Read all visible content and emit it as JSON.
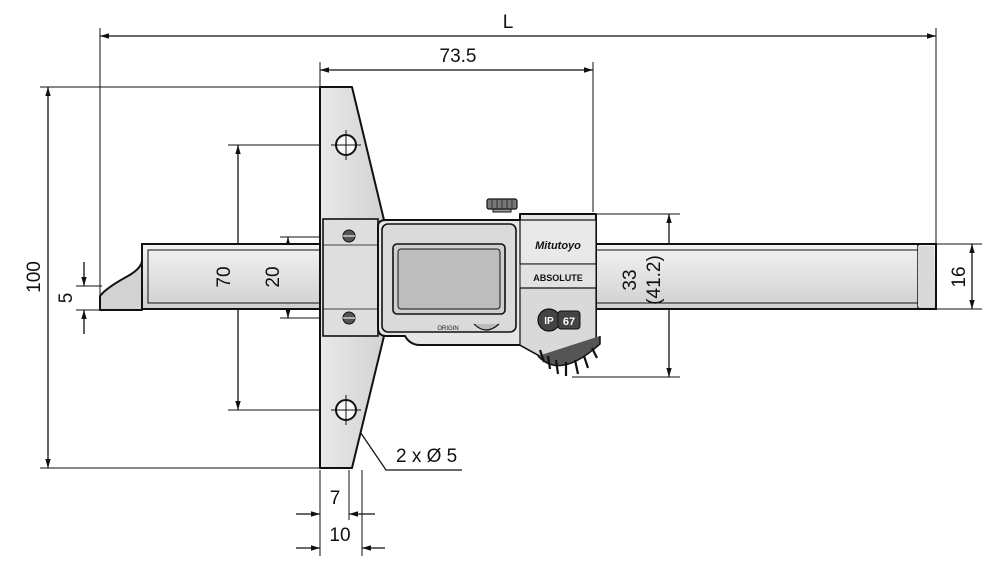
{
  "drawing": {
    "dimensions": {
      "overall_length": "L",
      "body_width": "73.5",
      "base_height": "100",
      "hole_spacing": "70",
      "rod_height": "20",
      "hook_height": "5",
      "body_height": "33",
      "body_height_alt": "(41.2)",
      "beam_height": "16",
      "base_thickness": "7",
      "base_width": "10",
      "holes": "2 x Ø 5"
    },
    "labels": {
      "brand": "Mitutoyo",
      "absolute": "ABSOLUTE",
      "ip_rating": "67",
      "origin": "ORIGIN"
    }
  }
}
